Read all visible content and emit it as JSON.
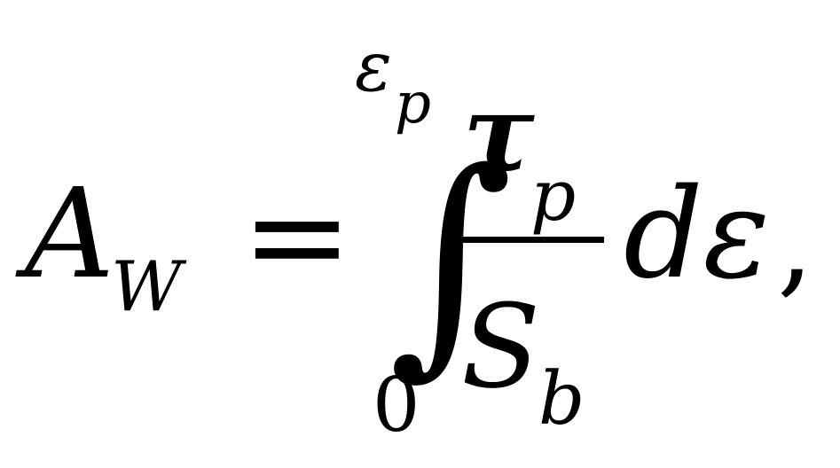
{
  "formula": {
    "lhs_symbol": "A",
    "lhs_subscript": "W",
    "equals": "=",
    "integral": "∫",
    "upper_limit_symbol": "ε",
    "upper_limit_subscript": "p",
    "lower_limit": "0",
    "numerator_symbol": "τ",
    "numerator_subscript": "p",
    "denominator_symbol": "S",
    "denominator_subscript": "b",
    "differential": "dε",
    "trailing_punct": ","
  }
}
